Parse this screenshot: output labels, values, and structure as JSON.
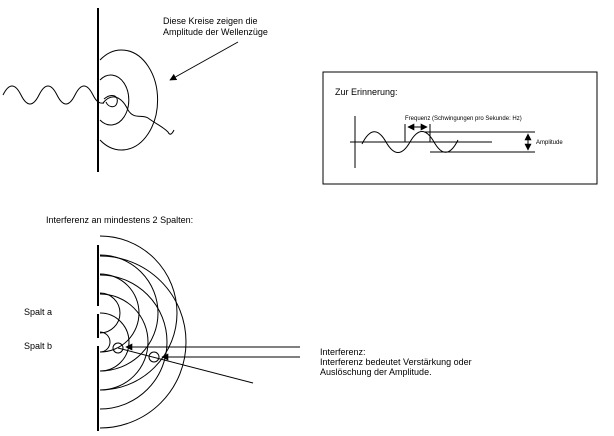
{
  "top_annotation": {
    "line1": "Diese Kreise zeigen die",
    "line2": "Amplitude der Wellenzüge"
  },
  "reminder_box": {
    "title": "Zur Erinnerung:",
    "frequency_label": "Frequenz (Schwingungen pro Sekunde: Hz)",
    "amplitude_label": "Amplitude"
  },
  "interference_heading": "Interferenz an mindestens 2 Spalten:",
  "slits": {
    "slit_a": "Spalt a",
    "slit_b": "Spalt b"
  },
  "interference_note": {
    "line1": "Interferenz:",
    "line2": "Interferenz bedeutet Verstärkung oder",
    "line3": "Auslöschung der Amplitude."
  }
}
